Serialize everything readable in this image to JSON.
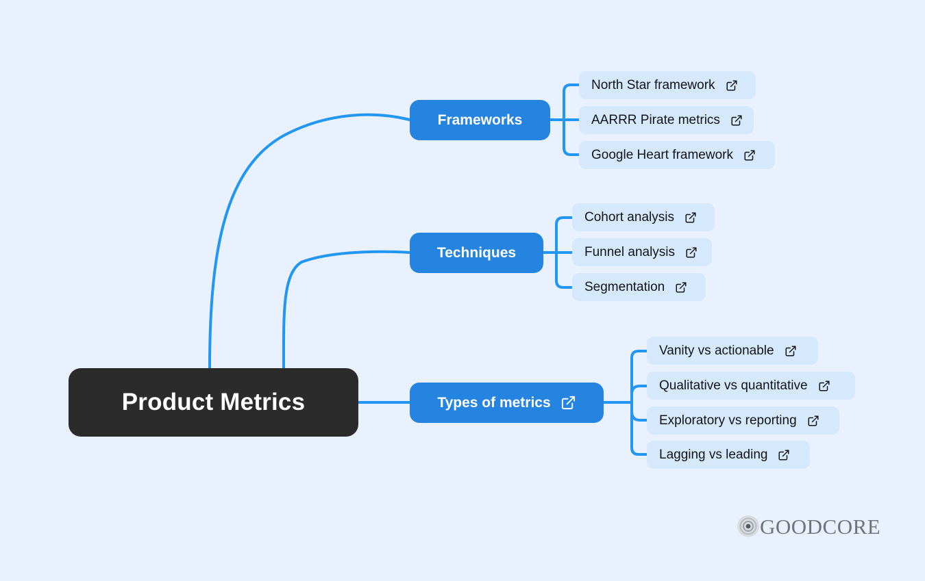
{
  "diagram": {
    "title": "Product Metrics",
    "type": "mind-map",
    "background_color": "#e8f1fd",
    "root": {
      "label": "Product Metrics",
      "bg_color": "#2b2b2b",
      "text_color": "#ffffff"
    },
    "connector_color": "#2196f3",
    "branch_color": "#2484e0",
    "leaf_color": "#d6e8fb",
    "branches": [
      {
        "label": "Frameworks",
        "has_link_icon": false,
        "children": [
          {
            "label": "North Star framework",
            "has_link_icon": true
          },
          {
            "label": "AARRR Pirate metrics",
            "has_link_icon": true
          },
          {
            "label": "Google Heart framework",
            "has_link_icon": true
          }
        ]
      },
      {
        "label": "Techniques",
        "has_link_icon": false,
        "children": [
          {
            "label": "Cohort analysis",
            "has_link_icon": true
          },
          {
            "label": "Funnel analysis",
            "has_link_icon": true
          },
          {
            "label": "Segmentation",
            "has_link_icon": true
          }
        ]
      },
      {
        "label": "Types of metrics",
        "has_link_icon": true,
        "children": [
          {
            "label": "Vanity vs actionable",
            "has_link_icon": true
          },
          {
            "label": "Qualitative vs quantitative",
            "has_link_icon": true
          },
          {
            "label": "Exploratory vs reporting",
            "has_link_icon": true
          },
          {
            "label": "Lagging vs leading",
            "has_link_icon": true
          }
        ]
      }
    ]
  },
  "logo": {
    "text": "GOODCORE",
    "icon_name": "goodcore-circle-mark",
    "color": "#6f7479"
  }
}
